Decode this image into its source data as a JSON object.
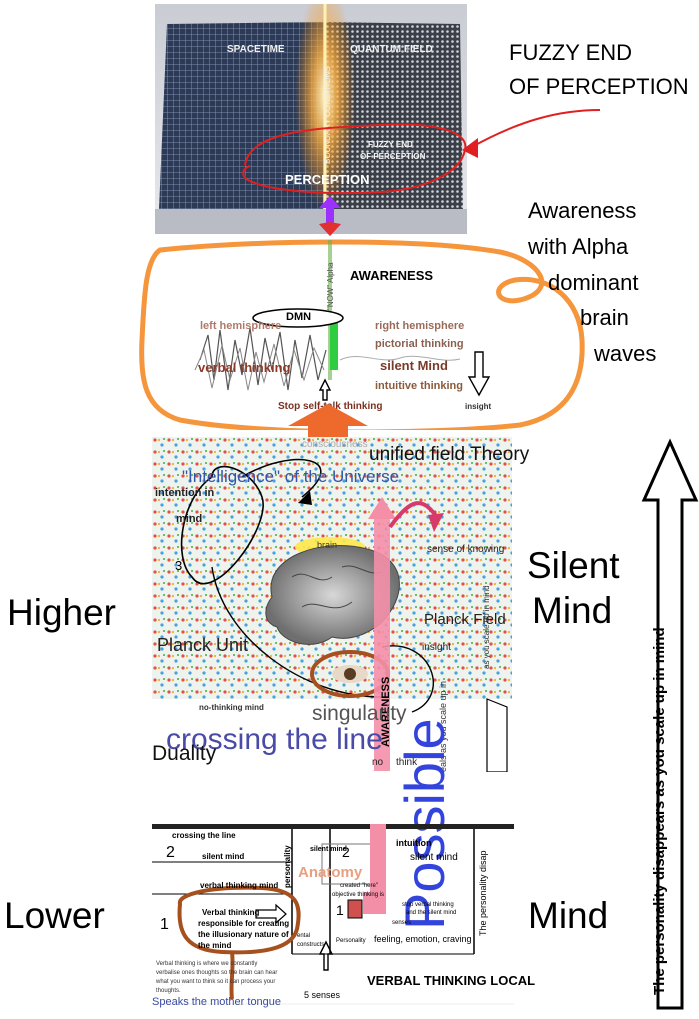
{
  "top_panel": {
    "spacetime": "SPACETIME",
    "quantum_field": "QUANTUM FIELD",
    "boundary": "BOUNDARY CONDITIONS",
    "fuzzy_end_1": "FUZZY END",
    "fuzzy_end_2": "OF PERCEPTION",
    "perception": "PERCEPTION"
  },
  "right_annotations": {
    "fuzzy_1": "FUZZY END",
    "fuzzy_2": "OF PERCEPTION",
    "awareness_lines": [
      "Awareness",
      "with Alpha",
      "dominant",
      "brain",
      "waves"
    ]
  },
  "awareness_panel": {
    "now": "\"NOW\" Alpha",
    "awareness": "AWARENESS",
    "dmn": "DMN",
    "left_hemisphere": "left hemisphere",
    "right_hemisphere": "right hemisphere",
    "pictorial_thinking": "pictorial thinking",
    "verbal_thinking": "verbal thinking",
    "silent_mind": "silent Mind",
    "intuitive_thinking": "intuitive thinking",
    "stop_self_talk": "Stop self-talk thinking",
    "insight": "insight"
  },
  "middle_panel": {
    "consciousness": "consciousness",
    "unified_field": "unified field Theory",
    "intelligence": "\"Intelligence\" of the Universe",
    "intention_1": "intention in",
    "intention_2": "mind",
    "number_3": "3",
    "brain": "brain",
    "sense_of_knowing": "sense of knowing",
    "planck_field": "Planck Field",
    "planck_unit": "Planck Unit",
    "insight": "insight",
    "awareness_vertical": "AWARENESS",
    "scale_text": "as you scale up in mind",
    "no_thinking_mind": "no-thinking mind",
    "singularity": "singularity",
    "crossing": "crossing the line",
    "duality": "Duality",
    "possible": "Possible",
    "no": "no",
    "think": "think",
    "scale_text_2": "eals as you scale up in"
  },
  "side_labels": {
    "higher": "Higher",
    "silent": "Silent",
    "mind_upper": "Mind",
    "lower": "Lower",
    "mind_lower": "Mind"
  },
  "lower_panel": {
    "crossing": "crossing the line",
    "num_2": "2",
    "silent_mind": "silent mind",
    "verbal_thinking_mind": "verbal thinking mind",
    "num_1": "1",
    "box_1": "Verbal thinking",
    "box_2": "responsible for creating",
    "box_3": "the illusionary nature of",
    "box_4": "the mind",
    "personality": "personality",
    "silent_mind_small": "silent mind",
    "num_2b": "2",
    "anatomy": "Anatomy",
    "intuition": "intuition",
    "silent_mind_r": "silent mind",
    "created_here": "created \"here\"",
    "objective": "objective thinking is",
    "num_1b": "1",
    "stop_verbal_1": "stop verbal thinking",
    "stop_verbal_2": "and the silent mind",
    "senses": "senses",
    "feeling": "feeling, emotion, craving",
    "personality_small": "Personality",
    "constructs": "constructs",
    "ental": "ental",
    "personality_disap": "The personality disap",
    "verbal_note_1": "Verbal thinking is where we constantly",
    "verbal_note_2": "verbalise ones thoughts so the brain can hear",
    "verbal_note_3": "what you want to think so it can process your",
    "verbal_note_4": "thoughts.",
    "mother_tongue": "Speaks the mother tongue",
    "five_senses": "5 senses",
    "verbal_local": "VERBAL THINKING LOCAL"
  },
  "tall_arrow": {
    "text": "The personality disappears as you scale up in mind"
  }
}
